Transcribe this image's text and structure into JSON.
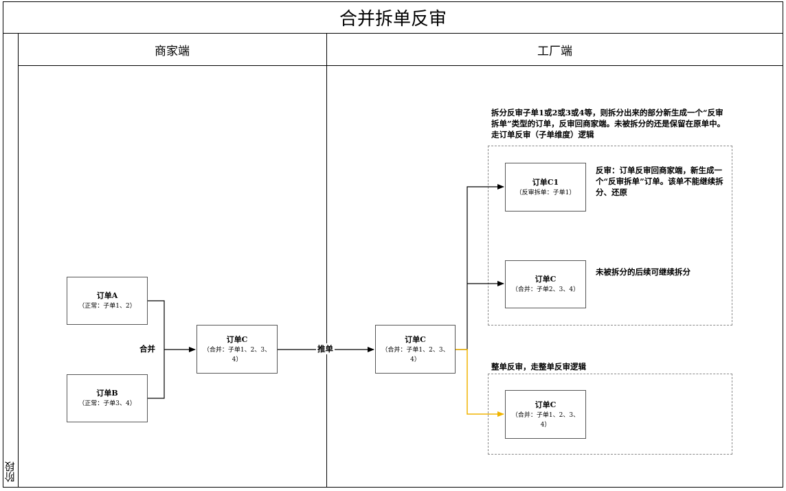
{
  "title": "合并拆单反审",
  "stage_label": "阶段",
  "lanes": {
    "merchant": "商家端",
    "factory": "工厂端"
  },
  "nodes": {
    "order_a": {
      "title": "订单A",
      "sub": "（正常：子单1、2）"
    },
    "order_b": {
      "title": "订单B",
      "sub": "（正常：子单3、4）"
    },
    "order_c_merchant": {
      "title": "订单C",
      "sub": "（合并：子单1、2、3、4）"
    },
    "order_c_factory": {
      "title": "订单C",
      "sub": "（合并：子单1、2、3、4）"
    },
    "order_c1": {
      "title": "订单C1",
      "sub": "（反审拆单：子单1）"
    },
    "order_c_remain": {
      "title": "订单C",
      "sub": "（合并：子单2、3、4）"
    },
    "order_c_whole": {
      "title": "订单C",
      "sub": "（合并：子单1、2、3、4）"
    }
  },
  "connectors": {
    "merge": "合并",
    "push": "推单"
  },
  "notes": {
    "split_desc": "拆分反审子单1或2或3或4等，则拆分出来的部分新生成一个“反审拆单”类型的订单，反审回商家端。未被拆分的还是保留在原单中。走订单反审（子单维度）逻辑",
    "c1_desc": "反审：订单反审回商家端，新生成一个“反审拆单”订单。该单不能继续拆分、还原",
    "remain_desc": "未被拆分的后续可继续拆分",
    "whole_desc": "整单反审，走整单反审逻辑"
  },
  "colors": {
    "line": "#000000",
    "highlight": "#f0b400",
    "dashed_border": "#888888"
  }
}
